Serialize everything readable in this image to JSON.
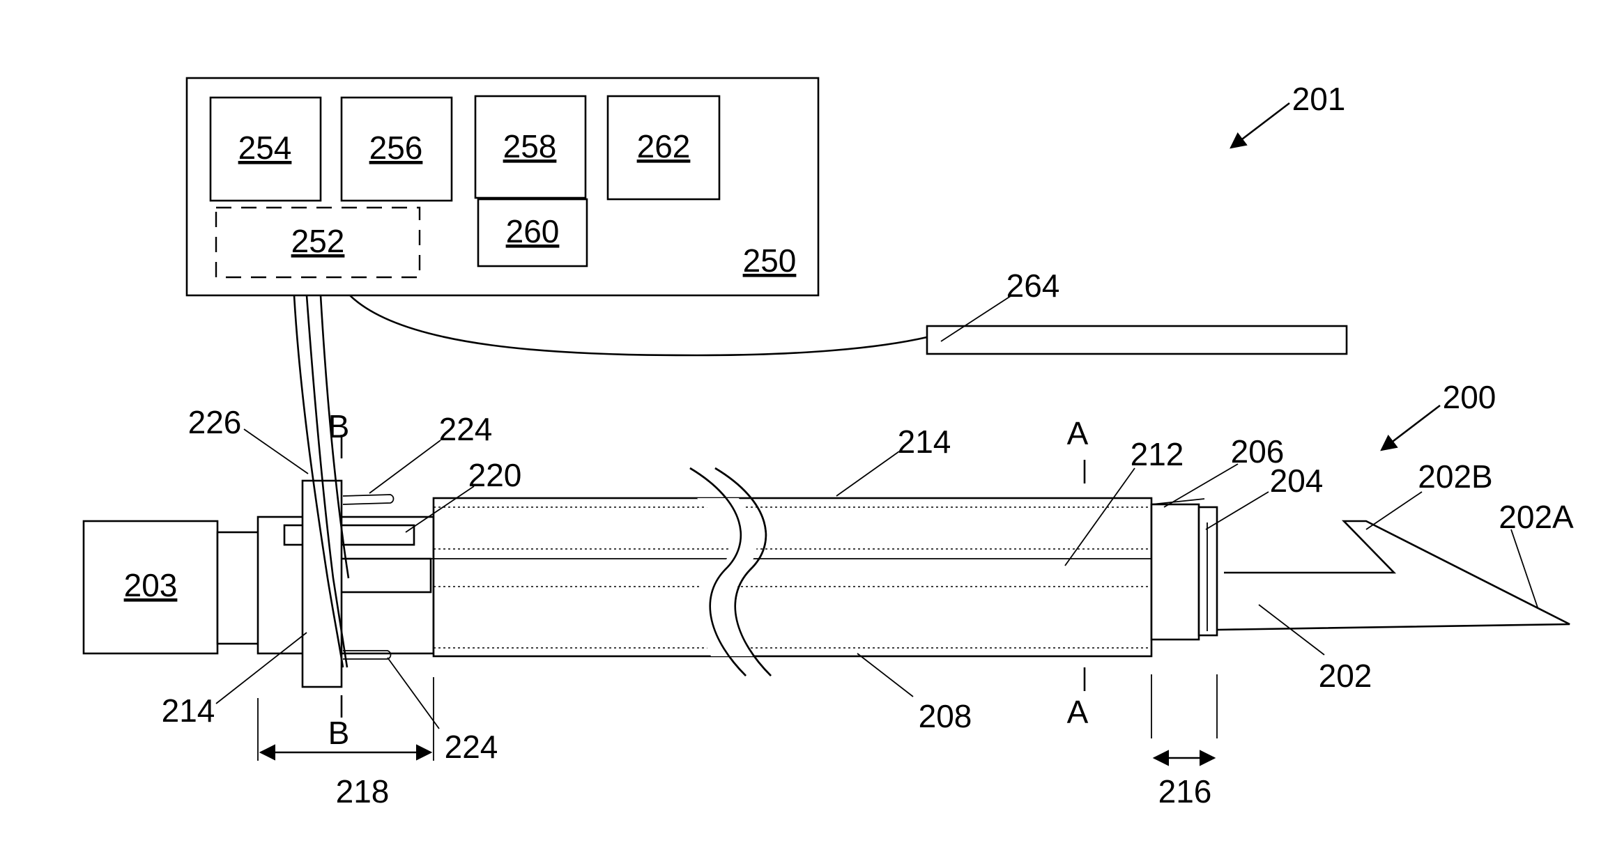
{
  "labels": {
    "controller": "250",
    "module_254": "254",
    "module_256": "256",
    "module_258": "258",
    "module_262": "262",
    "module_252": "252",
    "module_260": "260",
    "motor": "203",
    "wand": "264",
    "system": "201",
    "device": "200",
    "l214_top": "214",
    "l214_bottom": "214",
    "l226": "226",
    "l224_top": "224",
    "l224_bottom": "224",
    "l220": "220",
    "l212": "212",
    "l206": "206",
    "l204": "204",
    "l202": "202",
    "l202A": "202A",
    "l202B": "202B",
    "l208": "208",
    "l218": "218",
    "l216": "216",
    "section_A_top": "A",
    "section_A_bottom": "A",
    "section_B_top": "B",
    "section_B_bottom": "B"
  }
}
